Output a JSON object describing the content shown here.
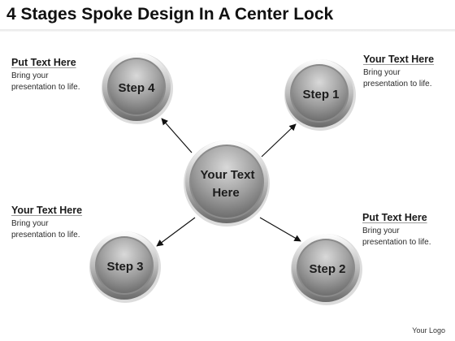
{
  "title": "4 Stages Spoke Design In A Center Lock",
  "center": {
    "line1": "Your Text",
    "line2": "Here"
  },
  "steps": {
    "step1": "Step 1",
    "step2": "Step 2",
    "step3": "Step 3",
    "step4": "Step 4"
  },
  "blocks": {
    "top_left": {
      "heading": "Put Text Here",
      "line1": "Bring your",
      "line2": "presentation to life."
    },
    "top_right": {
      "heading": "Your Text Here",
      "line1": "Bring your",
      "line2": "presentation to life."
    },
    "bottom_left": {
      "heading": "Your Text Here",
      "line1": "Bring your",
      "line2": "presentation to life."
    },
    "bottom_right": {
      "heading": "Put Text Here",
      "line1": "Bring your",
      "line2": "presentation to life."
    }
  },
  "logo": "Your Logo",
  "colors": {
    "ring_light": "#e8e8e8",
    "ring_dark": "#8a8a8a",
    "disc_light": "#c8c8c8",
    "disc_dark": "#6e6e6e",
    "arrow": "#111111"
  }
}
